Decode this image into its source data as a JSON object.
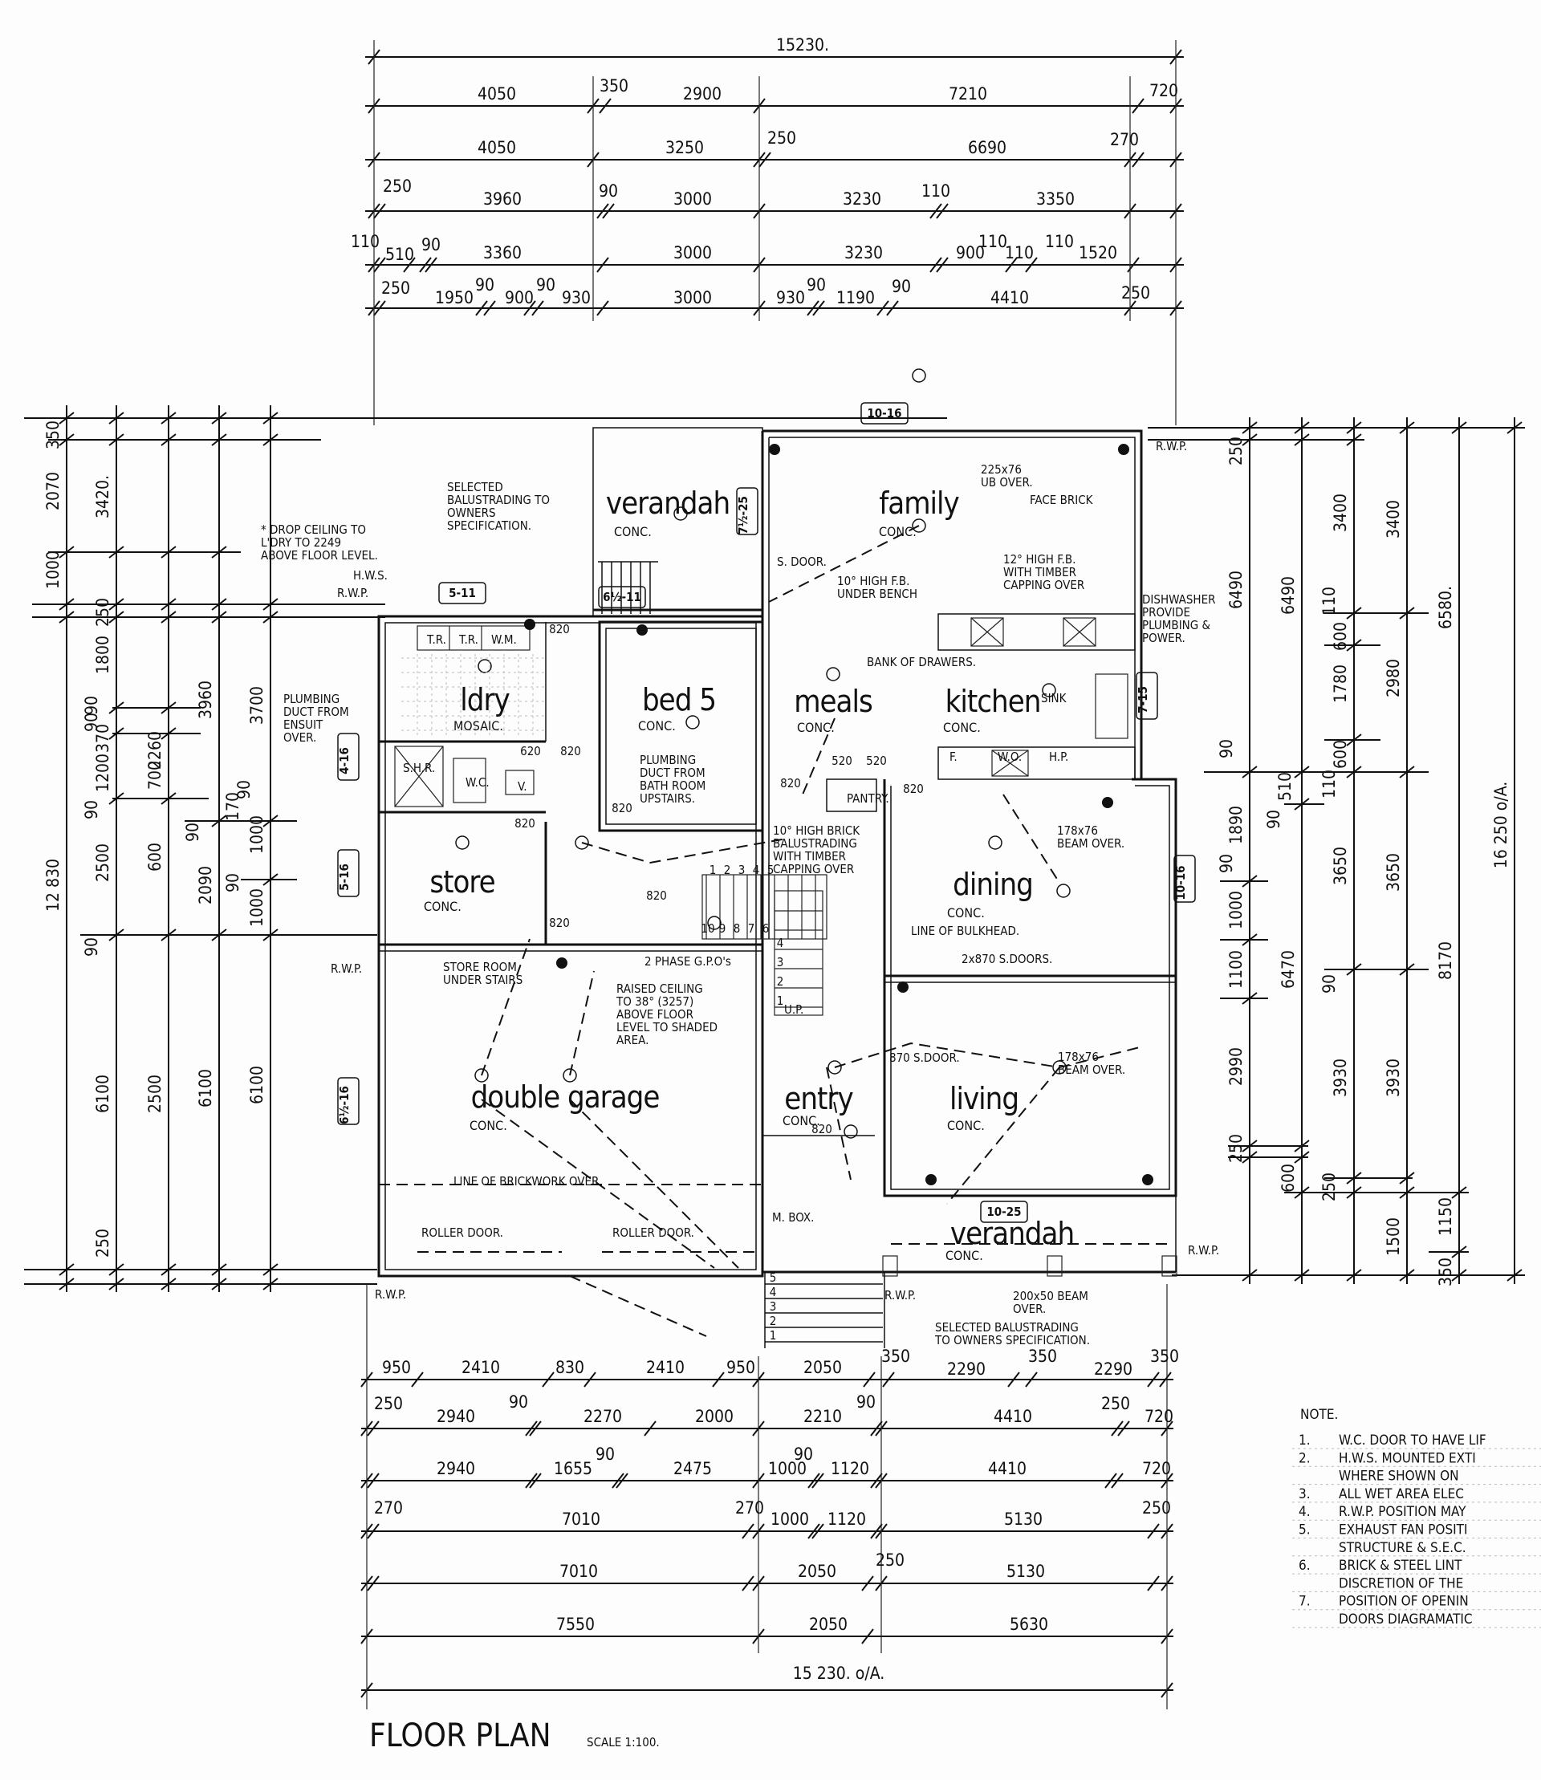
{
  "title": "FLOOR PLAN",
  "scale": "SCALE 1:100.",
  "dimensions": {
    "top": [
      [
        "15230."
      ],
      [
        "4050",
        "350",
        "2900",
        "7210",
        "720"
      ],
      [
        "4050",
        "3250",
        "250",
        "6690",
        "270"
      ],
      [
        "250",
        "3960",
        "90",
        "3000",
        "3230",
        "110",
        "3350"
      ],
      [
        "110",
        "510",
        "90",
        "3360",
        "3000",
        "3230",
        "900",
        "110",
        "110",
        "110",
        "1520"
      ],
      [
        "250",
        "1950",
        "90",
        "900",
        "90",
        "930",
        "3000",
        "930",
        "90",
        "1190",
        "90",
        "4410",
        "250"
      ]
    ],
    "left": [
      [
        "350",
        "2070",
        "1000",
        "12 830"
      ],
      [
        "3420.",
        "250",
        "1800",
        "90",
        "90",
        "370",
        "1200",
        "90",
        "2500",
        "90",
        "6100",
        "250"
      ],
      [
        "2260",
        "700",
        "600",
        "2500",
        "6100"
      ],
      [
        "3960",
        "90",
        "2090",
        "6100"
      ],
      [
        "3700",
        "90",
        "170",
        "1000",
        "90",
        "1000",
        "6100"
      ]
    ],
    "right": [
      [
        "250",
        "6490",
        "90",
        "1890",
        "90",
        "1000",
        "1100",
        "2990",
        "250"
      ],
      [
        "6490",
        "510",
        "90",
        "6470",
        "600"
      ],
      [
        "3400",
        "110",
        "600",
        "1780",
        "600",
        "110",
        "3650",
        "90",
        "3930",
        "250"
      ],
      [
        "3400",
        "2980",
        "3650",
        "3930",
        "1500"
      ],
      [
        "6580.",
        "8170",
        "1150",
        "350"
      ],
      [
        "16 250 o/A."
      ]
    ],
    "bottom": [
      [
        "950",
        "2410",
        "830",
        "2410",
        "950",
        "2050",
        "350",
        "2290",
        "350",
        "2290",
        "350"
      ],
      [
        "250",
        "2940",
        "90",
        "2270",
        "2000",
        "2210",
        "90",
        "4410",
        "250",
        "720"
      ],
      [
        "2940",
        "1655",
        "90",
        "2475",
        "1000",
        "90",
        "1120",
        "4410",
        "720"
      ],
      [
        "270",
        "7010",
        "270",
        "1000",
        "1120",
        "5130",
        "250"
      ],
      [
        "7010",
        "2050",
        "250",
        "5130"
      ],
      [
        "7550",
        "2050",
        "5630"
      ],
      [
        "15 230. o/A."
      ]
    ]
  },
  "rooms": [
    {
      "name": "verandah",
      "floor": "CONC."
    },
    {
      "name": "family",
      "floor": "CONC."
    },
    {
      "name": "ldry",
      "floor": "MOSAIC."
    },
    {
      "name": "bed 5",
      "floor": "CONC."
    },
    {
      "name": "meals",
      "floor": "CONC."
    },
    {
      "name": "kitchen",
      "floor": "CONC."
    },
    {
      "name": "store",
      "floor": "CONC."
    },
    {
      "name": "dining",
      "floor": "CONC."
    },
    {
      "name": "double garage",
      "floor": "CONC."
    },
    {
      "name": "entry",
      "floor": "CONC."
    },
    {
      "name": "living",
      "floor": "CONC."
    },
    {
      "name": "verandah",
      "floor": "CONC."
    }
  ],
  "window_tags": [
    "10-16",
    "7½-25",
    "5-11",
    "6½-11",
    "7-15",
    "4-16",
    "5-16",
    "6½-16",
    "10-16",
    "10-25"
  ],
  "door_sizes": [
    "820",
    "820",
    "820",
    "820",
    "820",
    "820",
    "820",
    "820",
    "820",
    "620",
    "520",
    "520"
  ],
  "annotations": [
    [
      "SELECTED",
      "BALUSTRADING TO",
      "OWNERS",
      "SPECIFICATION."
    ],
    [
      "* DROP CEILING TO",
      "L'DRY TO 2249",
      "ABOVE FLOOR LEVEL."
    ],
    [
      "H.W.S."
    ],
    [
      "R.W.P."
    ],
    [
      "PLUMBING",
      "DUCT FROM",
      "ENSUIT",
      "OVER."
    ],
    [
      "T.R."
    ],
    [
      "T.R."
    ],
    [
      "W.M."
    ],
    [
      "S.H.R."
    ],
    [
      "W.C."
    ],
    [
      "V."
    ],
    [
      "S. DOOR."
    ],
    [
      "10° HIGH F.B.",
      "UNDER BENCH"
    ],
    [
      "225x76",
      "UB OVER."
    ],
    [
      "FACE BRICK"
    ],
    [
      "12° HIGH F.B.",
      "WITH TIMBER",
      "CAPPING OVER"
    ],
    [
      "DISHWASHER",
      "PROVIDE",
      "PLUMBING &",
      "POWER."
    ],
    [
      "BANK OF DRAWERS."
    ],
    [
      "SINK"
    ],
    [
      "F."
    ],
    [
      "W.O."
    ],
    [
      "H.P."
    ],
    [
      "PLUMBING",
      "DUCT FROM",
      "BATH ROOM",
      "UPSTAIRS."
    ],
    [
      "PANTRY."
    ],
    [
      "10° HIGH BRICK",
      "BALUSTRADING",
      "WITH TIMBER",
      "CAPPING OVER"
    ],
    [
      "178x76",
      "BEAM OVER."
    ],
    [
      "LINE OF BULKHEAD."
    ],
    [
      "2x870 S.DOORS."
    ],
    [
      "STORE ROOM",
      "UNDER STAIRS"
    ],
    [
      "2 PHASE G.P.O's"
    ],
    [
      "RAISED CEILING",
      "TO 38° (3257)",
      "ABOVE FLOOR",
      "LEVEL TO SHADED",
      "AREA."
    ],
    [
      "U.P."
    ],
    [
      "870 S.DOOR."
    ],
    [
      "178x76",
      "BEAM OVER."
    ],
    [
      "LINE OF BRICKWORK OVER"
    ],
    [
      "M. BOX."
    ],
    [
      "ROLLER DOOR."
    ],
    [
      "ROLLER DOOR."
    ],
    [
      "R.W.P."
    ],
    [
      "R.W.P."
    ],
    [
      "R.W.P."
    ],
    [
      "R.W.P."
    ],
    [
      "R.W.P."
    ],
    [
      "200x50 BEAM",
      "OVER."
    ],
    [
      "SELECTED BALUSTRADING",
      "TO OWNERS SPECIFICATION."
    ]
  ],
  "stair_numbers": {
    "upper_a": [
      "1",
      "2",
      "3",
      "4",
      "5"
    ],
    "upper_b": [
      "10",
      "9",
      "8",
      "7",
      "6"
    ],
    "upper_c": [
      "4",
      "3",
      "2",
      "1"
    ],
    "front": [
      "5",
      "4",
      "3",
      "2",
      "1"
    ]
  },
  "notes": {
    "heading": "NOTE.",
    "lines": [
      [
        "1.",
        "W.C. DOOR TO HAVE LIF"
      ],
      [
        "2.",
        "H.W.S. MOUNTED EXTI"
      ],
      [
        "",
        "WHERE SHOWN ON"
      ],
      [
        "3.",
        "ALL WET AREA ELEC"
      ],
      [
        "4.",
        "R.W.P. POSITION MAY"
      ],
      [
        "5.",
        "EXHAUST FAN POSITI"
      ],
      [
        "",
        "STRUCTURE & S.E.C."
      ],
      [
        "6.",
        "BRICK & STEEL LINT"
      ],
      [
        "",
        "DISCRETION OF THE"
      ],
      [
        "7.",
        "POSITION OF OPENIN"
      ],
      [
        "",
        "DOORS DIAGRAMATIC"
      ]
    ]
  }
}
